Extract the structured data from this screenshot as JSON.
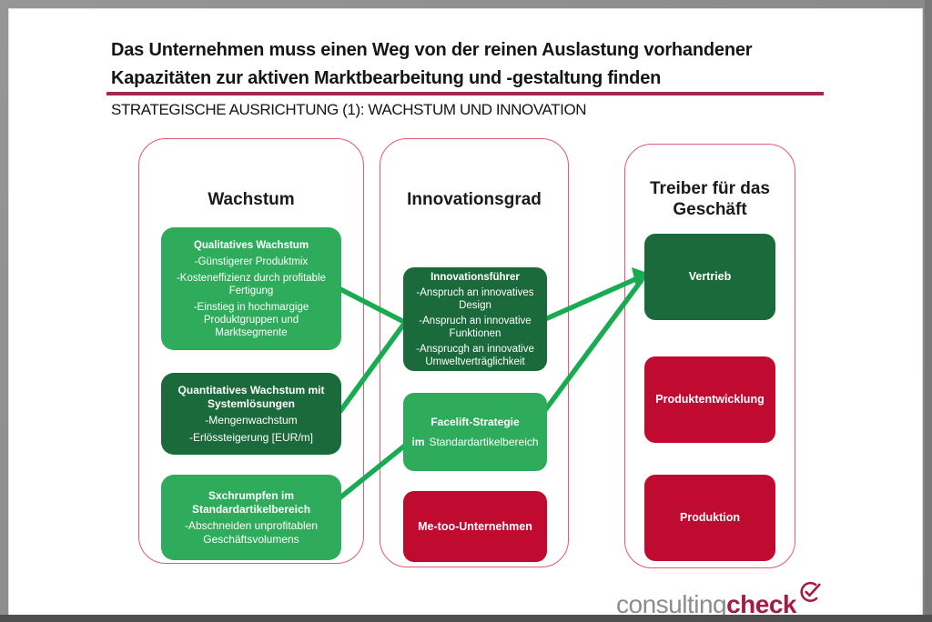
{
  "header": {
    "title_line1": "Das Unternehmen muss einen Weg von der reinen Auslastung vorhandener",
    "title_line2": "Kapazitäten zur aktiven Marktbearbeitung und -gestaltung finden",
    "subtitle": "STRATEGISCHE AUSRICHTUNG (1): WACHSTUM UND INNOVATION"
  },
  "columns": [
    {
      "header": "Wachstum",
      "boxes": [
        {
          "title": "Qualitatives Wachstum",
          "lines": [
            "-Günstigerer Produktmix",
            "-Kosteneffizienz durch profitable Fertigung",
            "-Einstieg in hochmargige Produktgruppen und Marktsegmente"
          ]
        },
        {
          "title": "Quantitatives Wachstum mit Systemlösungen",
          "lines": [
            "-Mengenwachstum",
            "-Erlössteigerung [EUR/m]"
          ]
        },
        {
          "title": "Sxchrumpfen im Standardartikelbereich",
          "lines": [
            "-Abschneiden  unprofitablen Geschäftsvolumens"
          ]
        }
      ]
    },
    {
      "header": "Innovationsgrad",
      "boxes": [
        {
          "title": "Innovationsführer",
          "lines": [
            "-Anspruch an innovatives Design",
            "-Anspruch an innovative Funktionen",
            "-Ansprucgh an innovative Umweltverträglichkeit"
          ]
        },
        {
          "title": "Facelift-Strategie",
          "line2_bold": "im",
          "line2_rest": "Standardartikelbereich"
        },
        {
          "title": "Me-too-Unternehmen"
        }
      ]
    },
    {
      "header": "Treiber für das Geschäft",
      "boxes": [
        {
          "title": "Vertrieb"
        },
        {
          "title": "Produktentwicklung"
        },
        {
          "title": "Produktion"
        }
      ]
    }
  ],
  "logo": {
    "gray_part": "consulting",
    "accent_part": "check"
  },
  "colors": {
    "box_green": "#2EAC5B",
    "box_dark_green": "#1A6A3B",
    "box_red": "#C00A2F",
    "container_border": "#E05A70",
    "connector_green": "#19AB52",
    "title_rule": "#A02A50",
    "logo_accent": "#A21C46",
    "logo_gray": "#8C8C8C"
  }
}
